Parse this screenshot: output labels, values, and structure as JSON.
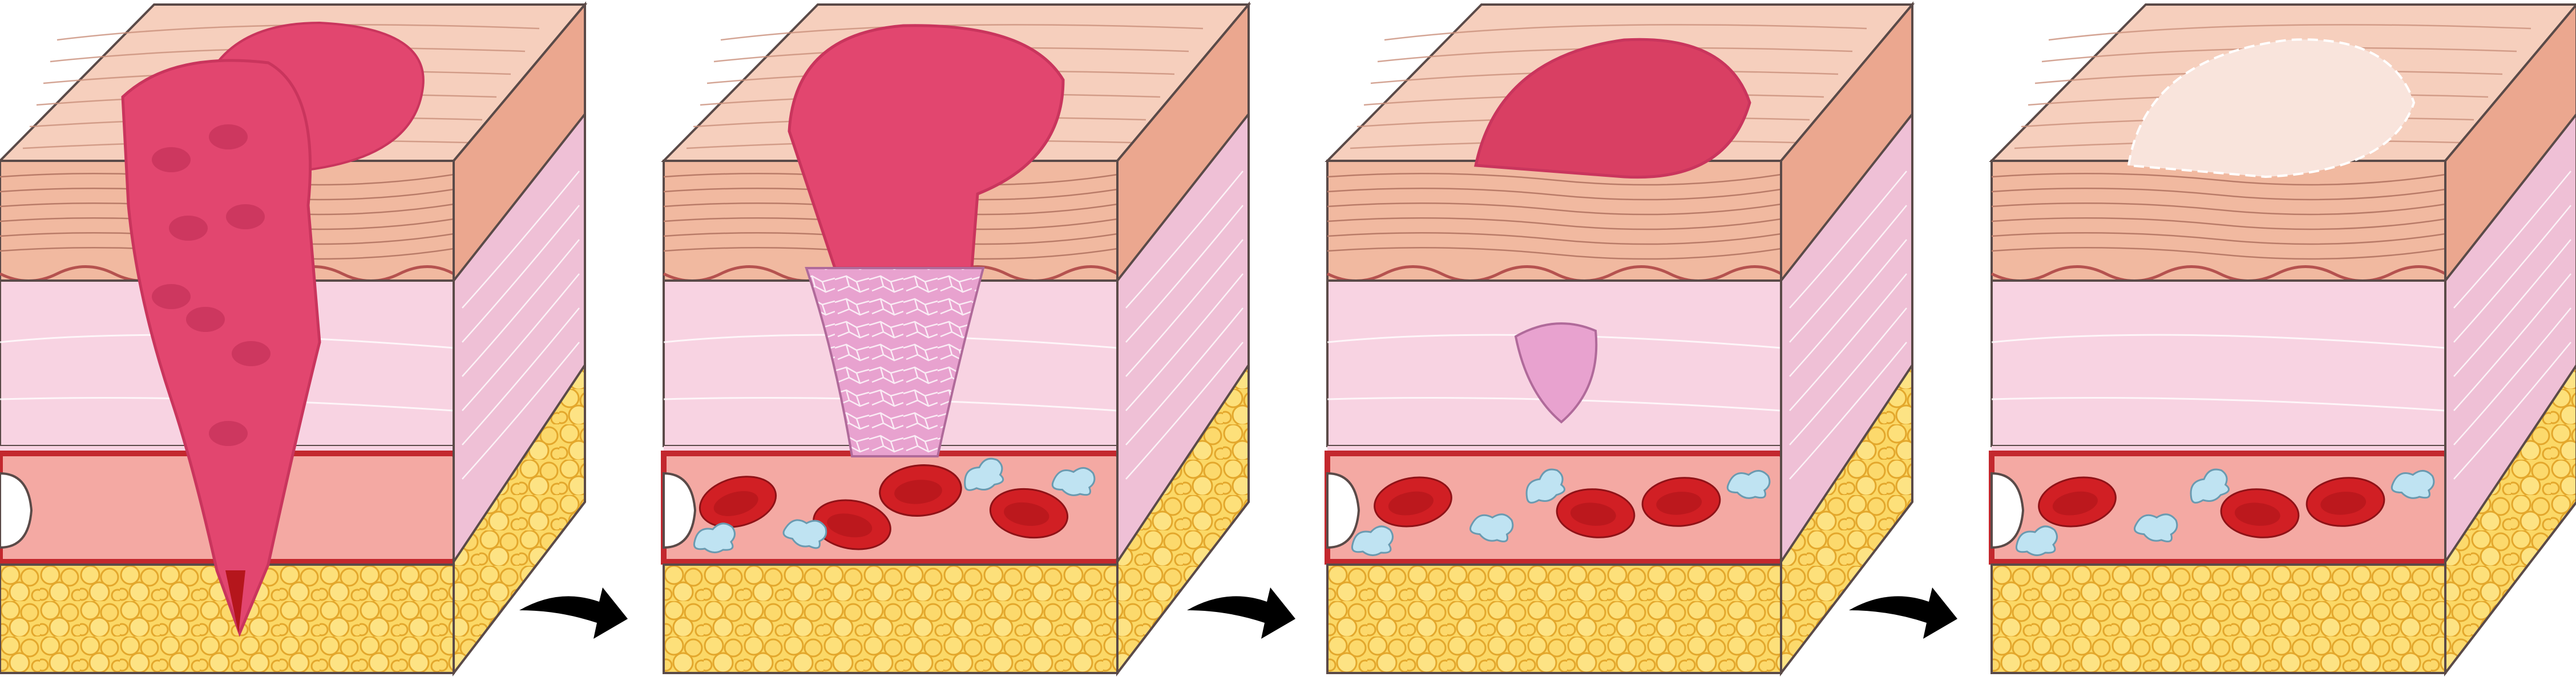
{
  "diagram": {
    "stages": [
      {
        "name": "bleeding-wound",
        "state": "bleeding"
      },
      {
        "name": "clot-formation",
        "state": "clotting"
      },
      {
        "name": "scab-and-repair",
        "state": "repair"
      },
      {
        "name": "healed-skin",
        "state": "healed"
      }
    ],
    "colors": {
      "epidermis": "#f1b9a0",
      "epidermis_top": "#f6cfbd",
      "dermis": "#f8d3e2",
      "dermis_side": "#efc0d6",
      "fat": "#fbd866",
      "fat_outline": "#e3a72c",
      "vessel_wall": "#c3282e",
      "vessel_lumen": "#f4a9a3",
      "blood": "#e2466f",
      "blood_dark": "#c9355d",
      "clot_fibrin": "#e8a2cf",
      "red_cell": "#d11f24",
      "platelet": "#bfe3f2",
      "scab": "#d93f63",
      "healed_patch": "#f9e4dc",
      "outline": "#5a4a48",
      "arrow": "#000000"
    },
    "arrow_icon": "curved-arrow-right-icon"
  }
}
